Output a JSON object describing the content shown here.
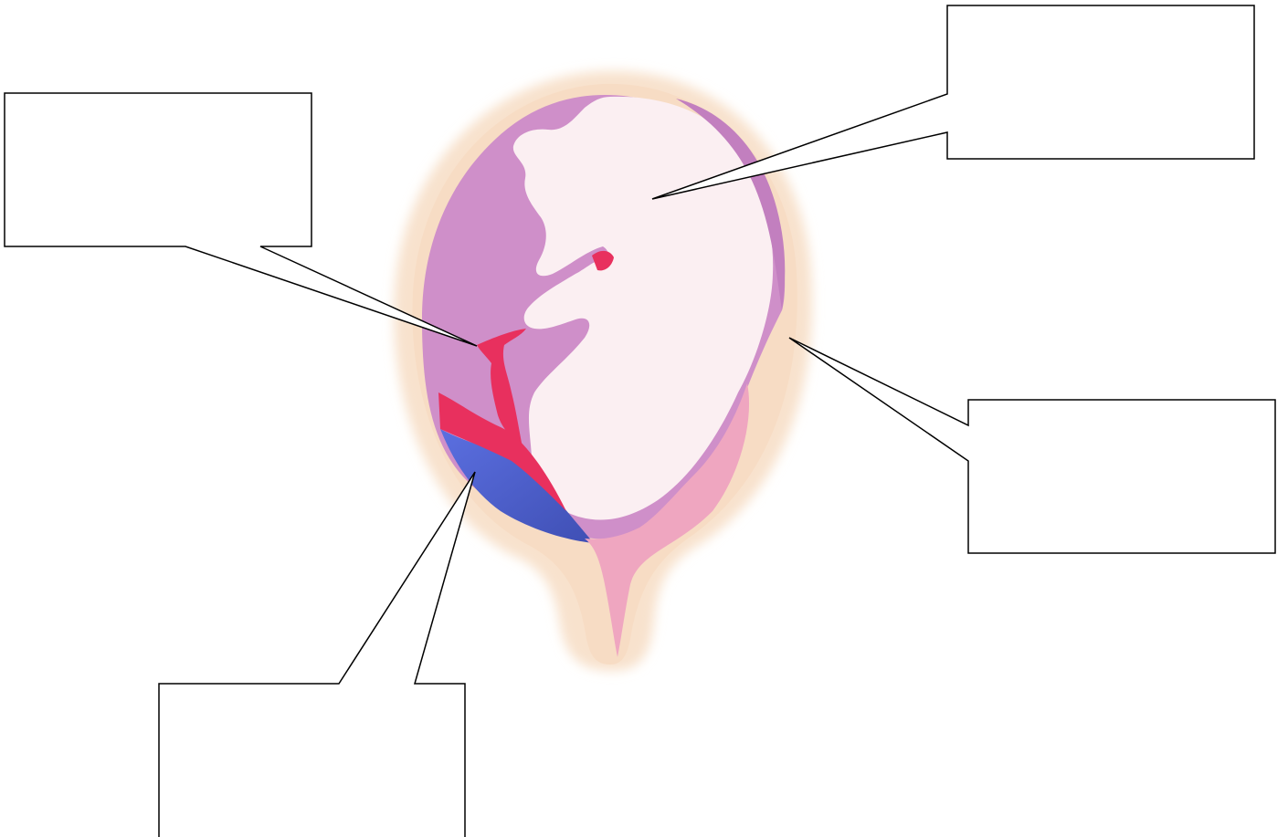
{
  "diagram": {
    "kind": "uterus-fetus-labeling-worksheet",
    "background_color": "#ffffff",
    "colors": {
      "uterus_wall": "#f8e2cd",
      "amniotic_space": "#cf8fc9",
      "fetus": "#fbeff2",
      "placenta_red": "#e8305e",
      "placenta_blue": "#4a5cc8",
      "cervix": "#efa6c0",
      "callout_stroke": "#000000",
      "callout_fill": "#ffffff"
    },
    "callouts": [
      {
        "id": "callout-top-left",
        "label": ""
      },
      {
        "id": "callout-top-right",
        "label": ""
      },
      {
        "id": "callout-right",
        "label": ""
      },
      {
        "id": "callout-bottom-left",
        "label": ""
      }
    ]
  }
}
